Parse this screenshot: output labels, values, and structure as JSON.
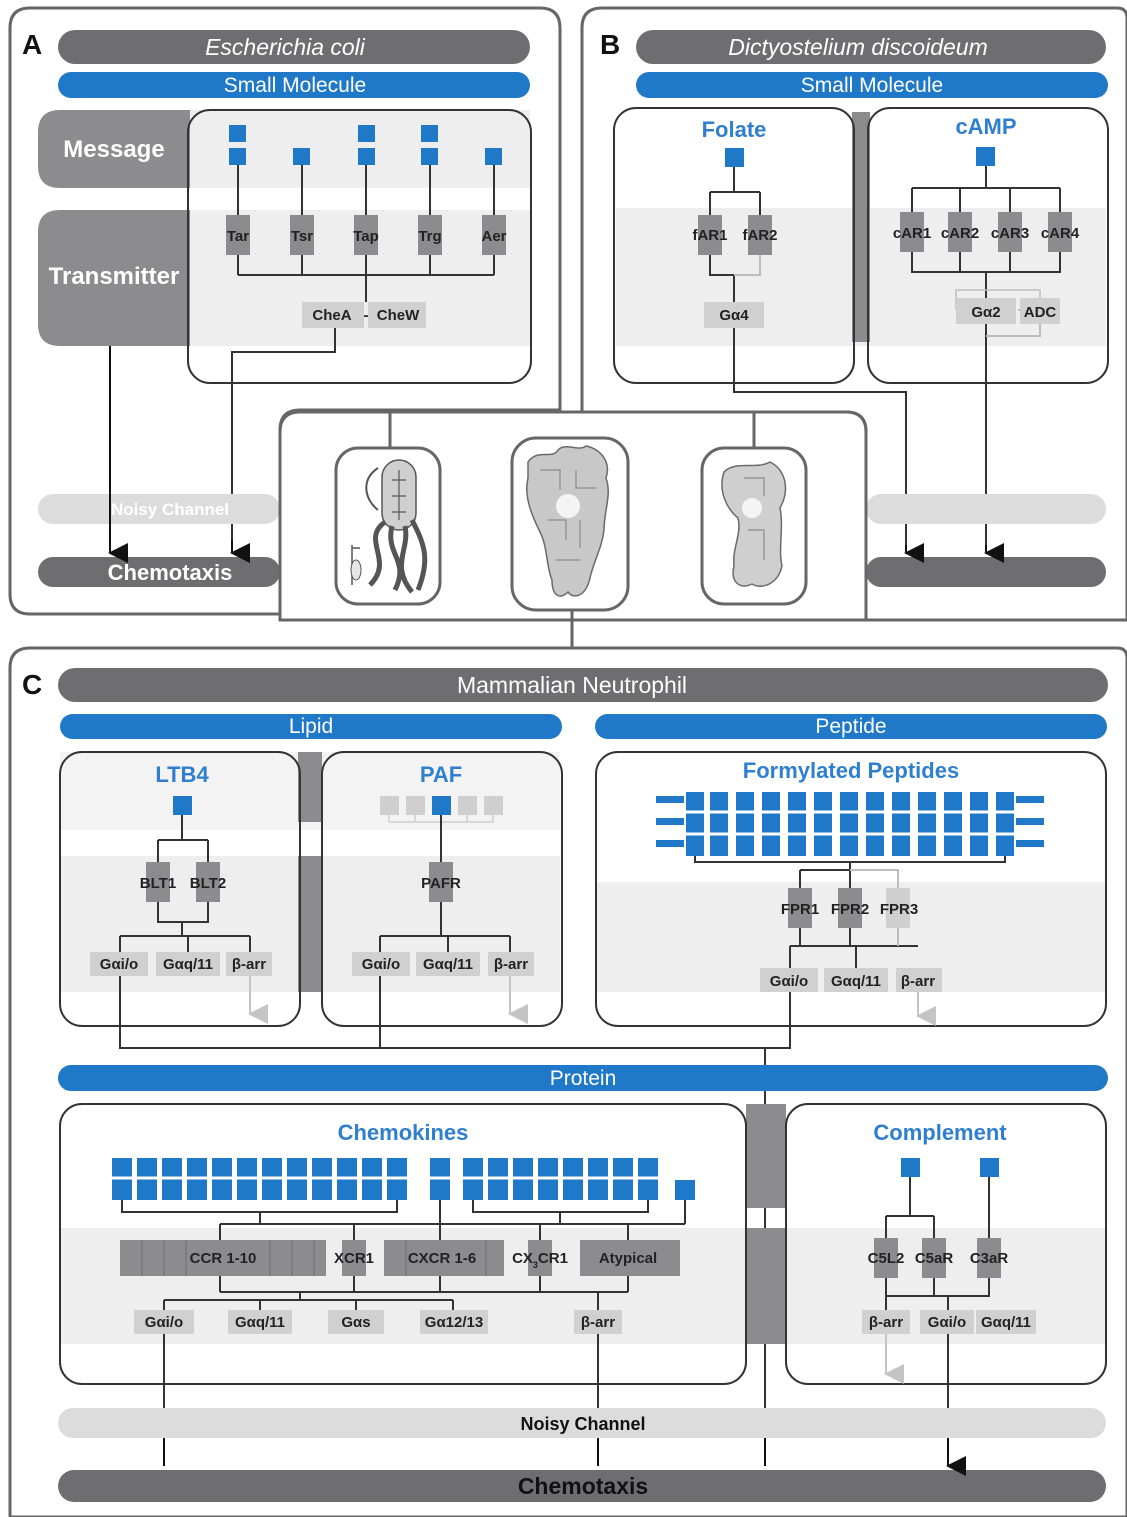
{
  "panel_a": {
    "letter": "A",
    "organism": "Escherichia coli",
    "category": "Small Molecule",
    "layer_message": "Message",
    "layer_transmitter": "Transmitter",
    "receptors": [
      "Tar",
      "Tsr",
      "Tap",
      "Trg",
      "Aer"
    ],
    "kinase": "CheA",
    "adaptor": "CheW",
    "noisy": "Noisy Channel",
    "chemotaxis": "Chemotaxis"
  },
  "panel_b": {
    "letter": "B",
    "organism": "Dictyostelium discoideum",
    "category": "Small Molecule",
    "folate_title": "Folate",
    "folate_receptors": [
      "fAR1",
      "fAR2"
    ],
    "folate_g": "Gα4",
    "camp_title": "cAMP",
    "camp_receptors": [
      "cAR1",
      "cAR2",
      "cAR3",
      "cAR4"
    ],
    "camp_g": "Gα2",
    "camp_adc": "ADC"
  },
  "panel_c": {
    "letter": "C",
    "organism": "Mammalian Neutrophil",
    "lipid": "Lipid",
    "peptide": "Peptide",
    "protein": "Protein",
    "ltb4_title": "LTB4",
    "ltb4_receptors": [
      "BLT1",
      "BLT2"
    ],
    "ltb4_outputs": [
      "Gαi/o",
      "Gαq/11",
      "β-arr"
    ],
    "paf_title": "PAF",
    "paf_receptor": "PAFR",
    "paf_outputs": [
      "Gαi/o",
      "Gαq/11",
      "β-arr"
    ],
    "fp_title": "Formylated Peptides",
    "fp_receptors": [
      "FPR1",
      "FPR2",
      "FPR3"
    ],
    "fp_outputs": [
      "Gαi/o",
      "Gαq/11",
      "β-arr"
    ],
    "chemokines_title": "Chemokines",
    "chemokine_receptors": [
      "CCR 1-10",
      "XCR1",
      "CXCR 1-6",
      "CX",
      "3",
      "CR1",
      "Atypical"
    ],
    "chemokine_outputs": [
      "Gαi/o",
      "Gαq/11",
      "Gαs",
      "Gα12/13",
      "β-arr"
    ],
    "complement_title": "Complement",
    "complement_receptors": [
      "C5L2",
      "C5aR",
      "C3aR"
    ],
    "complement_outputs": [
      "β-arr",
      "Gαi/o",
      "Gαq/11"
    ],
    "noisy": "Noisy Channel",
    "chemotaxis": "Chemotaxis"
  },
  "colors": {
    "blue": "#1f78c8",
    "dark_gray": "#6e6e70",
    "mid_gray": "#8c8c8e",
    "light_gray": "#d9d9d9",
    "band": "#eeeeee"
  }
}
